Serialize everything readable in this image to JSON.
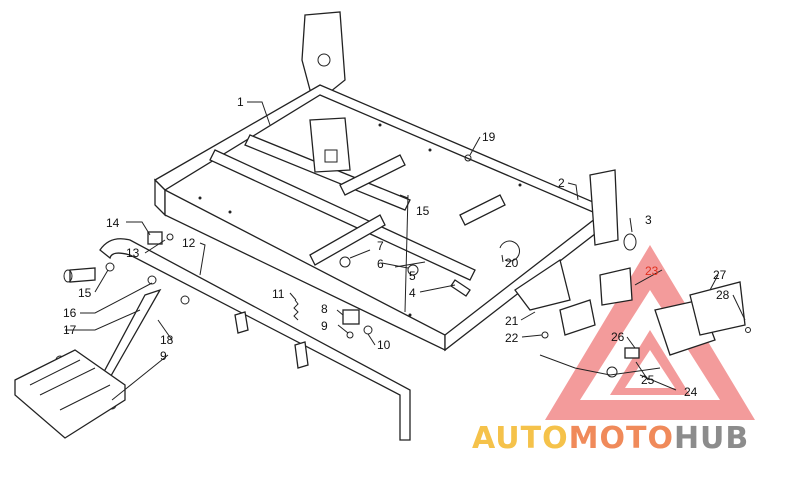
{
  "labels": [
    {
      "id": "1",
      "text": "1"
    },
    {
      "id": "2",
      "text": "2"
    },
    {
      "id": "3",
      "text": "3"
    },
    {
      "id": "4",
      "text": "4"
    },
    {
      "id": "5",
      "text": "5"
    },
    {
      "id": "6",
      "text": "6"
    },
    {
      "id": "7",
      "text": "7"
    },
    {
      "id": "8",
      "text": "8"
    },
    {
      "id": "9a",
      "text": "9"
    },
    {
      "id": "9b",
      "text": "9"
    },
    {
      "id": "10",
      "text": "10"
    },
    {
      "id": "11",
      "text": "11"
    },
    {
      "id": "12",
      "text": "12"
    },
    {
      "id": "13",
      "text": "13"
    },
    {
      "id": "14",
      "text": "14"
    },
    {
      "id": "15a",
      "text": "15"
    },
    {
      "id": "15b",
      "text": "15"
    },
    {
      "id": "16",
      "text": "16"
    },
    {
      "id": "17",
      "text": "17"
    },
    {
      "id": "18",
      "text": "18"
    },
    {
      "id": "19",
      "text": "19"
    },
    {
      "id": "20",
      "text": "20"
    },
    {
      "id": "21",
      "text": "21"
    },
    {
      "id": "22",
      "text": "22"
    },
    {
      "id": "23",
      "text": "23"
    },
    {
      "id": "24",
      "text": "24"
    },
    {
      "id": "25",
      "text": "25"
    },
    {
      "id": "26",
      "text": "26"
    },
    {
      "id": "27",
      "text": "27"
    },
    {
      "id": "28",
      "text": "28"
    }
  ],
  "watermark": {
    "part1": "AUTO",
    "part2": "MOTO",
    "part3": "HUB",
    "color_part1": "#f5c24a",
    "color_part2": "#f08a5a",
    "color_part3": "#8c8c8c",
    "triangle_color": "#e83a3a"
  }
}
